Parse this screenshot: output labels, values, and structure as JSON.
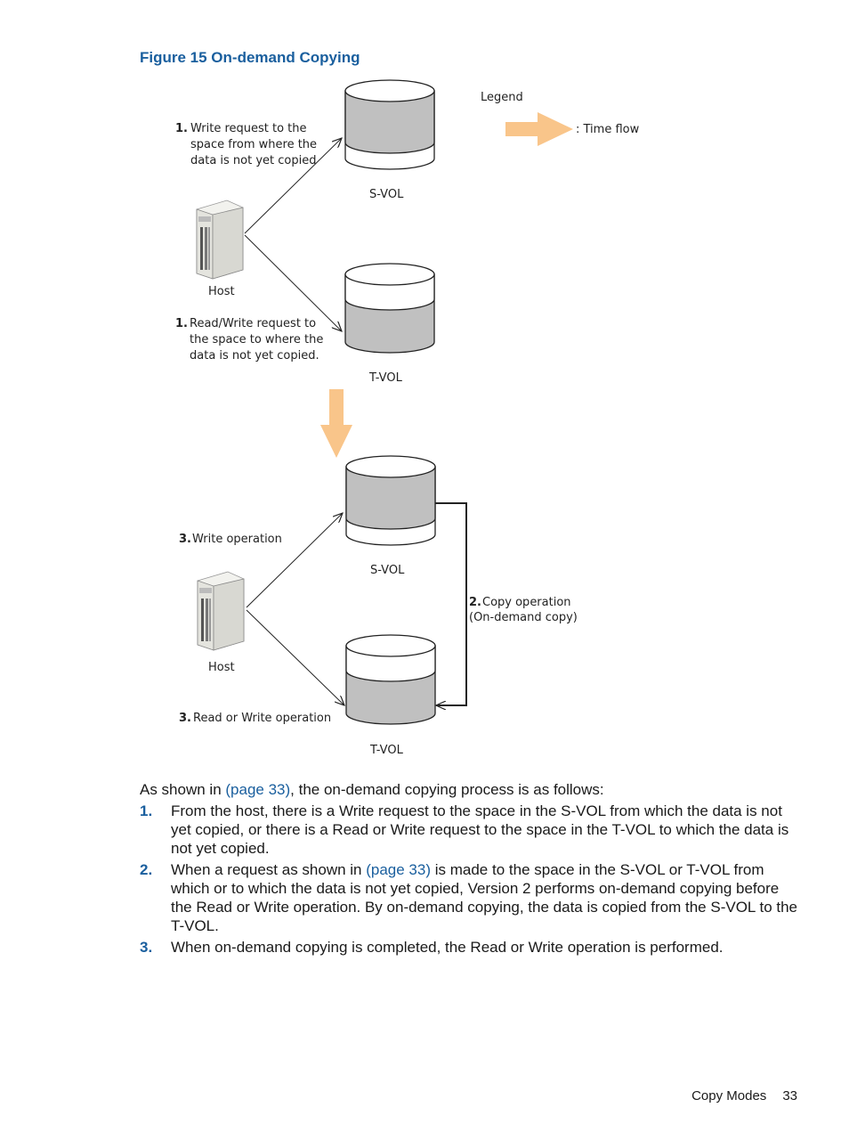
{
  "figure": {
    "title": "Figure 15 On-demand Copying"
  },
  "diagram": {
    "legend_title": "Legend",
    "legend_item": ": Time flow",
    "top": {
      "svol_label": "S-VOL",
      "tvol_label": "T-VOL",
      "host_label": "Host",
      "note1_num": "1.",
      "note1_lines": [
        "Write  request  to  the",
        "space from where the",
        "data is not yet copied"
      ],
      "note2_num": "1.",
      "note2_lines": [
        "Read/Write request to",
        "the space to where the",
        "data is not yet copied."
      ]
    },
    "bottom": {
      "svol_label": "S-VOL",
      "tvol_label": "T-VOL",
      "host_label": "Host",
      "write_num": "3.",
      "write_text": "Write operation",
      "rw_num": "3.",
      "rw_text": "Read or Write operation",
      "copy_num": "2.",
      "copy_text": "Copy operation",
      "copy_sub": "(On-demand copy)"
    }
  },
  "body": {
    "intro_before": "As shown in ",
    "intro_link": "(page 33)",
    "intro_after": ", the on-demand copying process is as follows:",
    "items": [
      {
        "num": "1.",
        "parts": [
          {
            "text": "From the host, there is a Write request to the space in the S-VOL from which the data is not yet copied, or there is a Read or Write request to the space in the T-VOL to which the data is not yet copied."
          }
        ]
      },
      {
        "num": "2.",
        "parts": [
          {
            "text": "When a request as shown in "
          },
          {
            "text": "(page 33)",
            "link": true
          },
          {
            "text": " is made to the space in the S-VOL or T-VOL from which or to which the data is not yet copied, Version 2 performs on-demand copying before the Read or Write operation. By on-demand copying, the data is copied from the S-VOL to the T-VOL."
          }
        ]
      },
      {
        "num": "3.",
        "parts": [
          {
            "text": "When on-demand copying is completed, the Read or Write operation is performed."
          }
        ]
      }
    ]
  },
  "footer": {
    "section": "Copy Modes",
    "page": "33"
  },
  "colors": {
    "accent": "#1a5f9e",
    "arrow": "#f9c58a",
    "cylinder_fill": "#c0c0c0"
  }
}
